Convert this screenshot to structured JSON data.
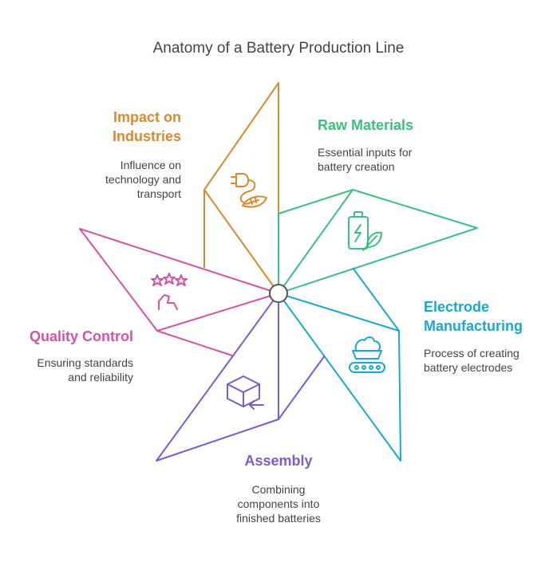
{
  "title": "Anatomy of a Battery Production Line",
  "colors": {
    "raw_materials": "#3dbf80",
    "electrode": "#1aa8d0",
    "assembly": "#7b5ccc",
    "quality": "#d354a0",
    "impact": "#d88a30",
    "hub": "#555555"
  },
  "stages": {
    "raw_materials": {
      "heading": "Raw Materials",
      "description": [
        "Essential inputs for",
        "battery creation"
      ],
      "icon": "battery-leaf-icon"
    },
    "electrode": {
      "heading": [
        "Electrode",
        "Manufacturing"
      ],
      "description": [
        "Process of creating",
        "battery electrodes"
      ],
      "icon": "conveyor-belt-icon"
    },
    "assembly": {
      "heading": "Assembly",
      "description": [
        "Combining",
        "components into",
        "finished batteries"
      ],
      "icon": "box-arrow-icon"
    },
    "quality": {
      "heading": "Quality Control",
      "description": [
        "Ensuring standards",
        "and reliability"
      ],
      "icon": "stars-hand-icon"
    },
    "impact": {
      "heading": [
        "Impact on",
        "Industries"
      ],
      "description": [
        "Influence on",
        "technology and",
        "transport"
      ],
      "icon": "plug-leaf-icon"
    }
  }
}
